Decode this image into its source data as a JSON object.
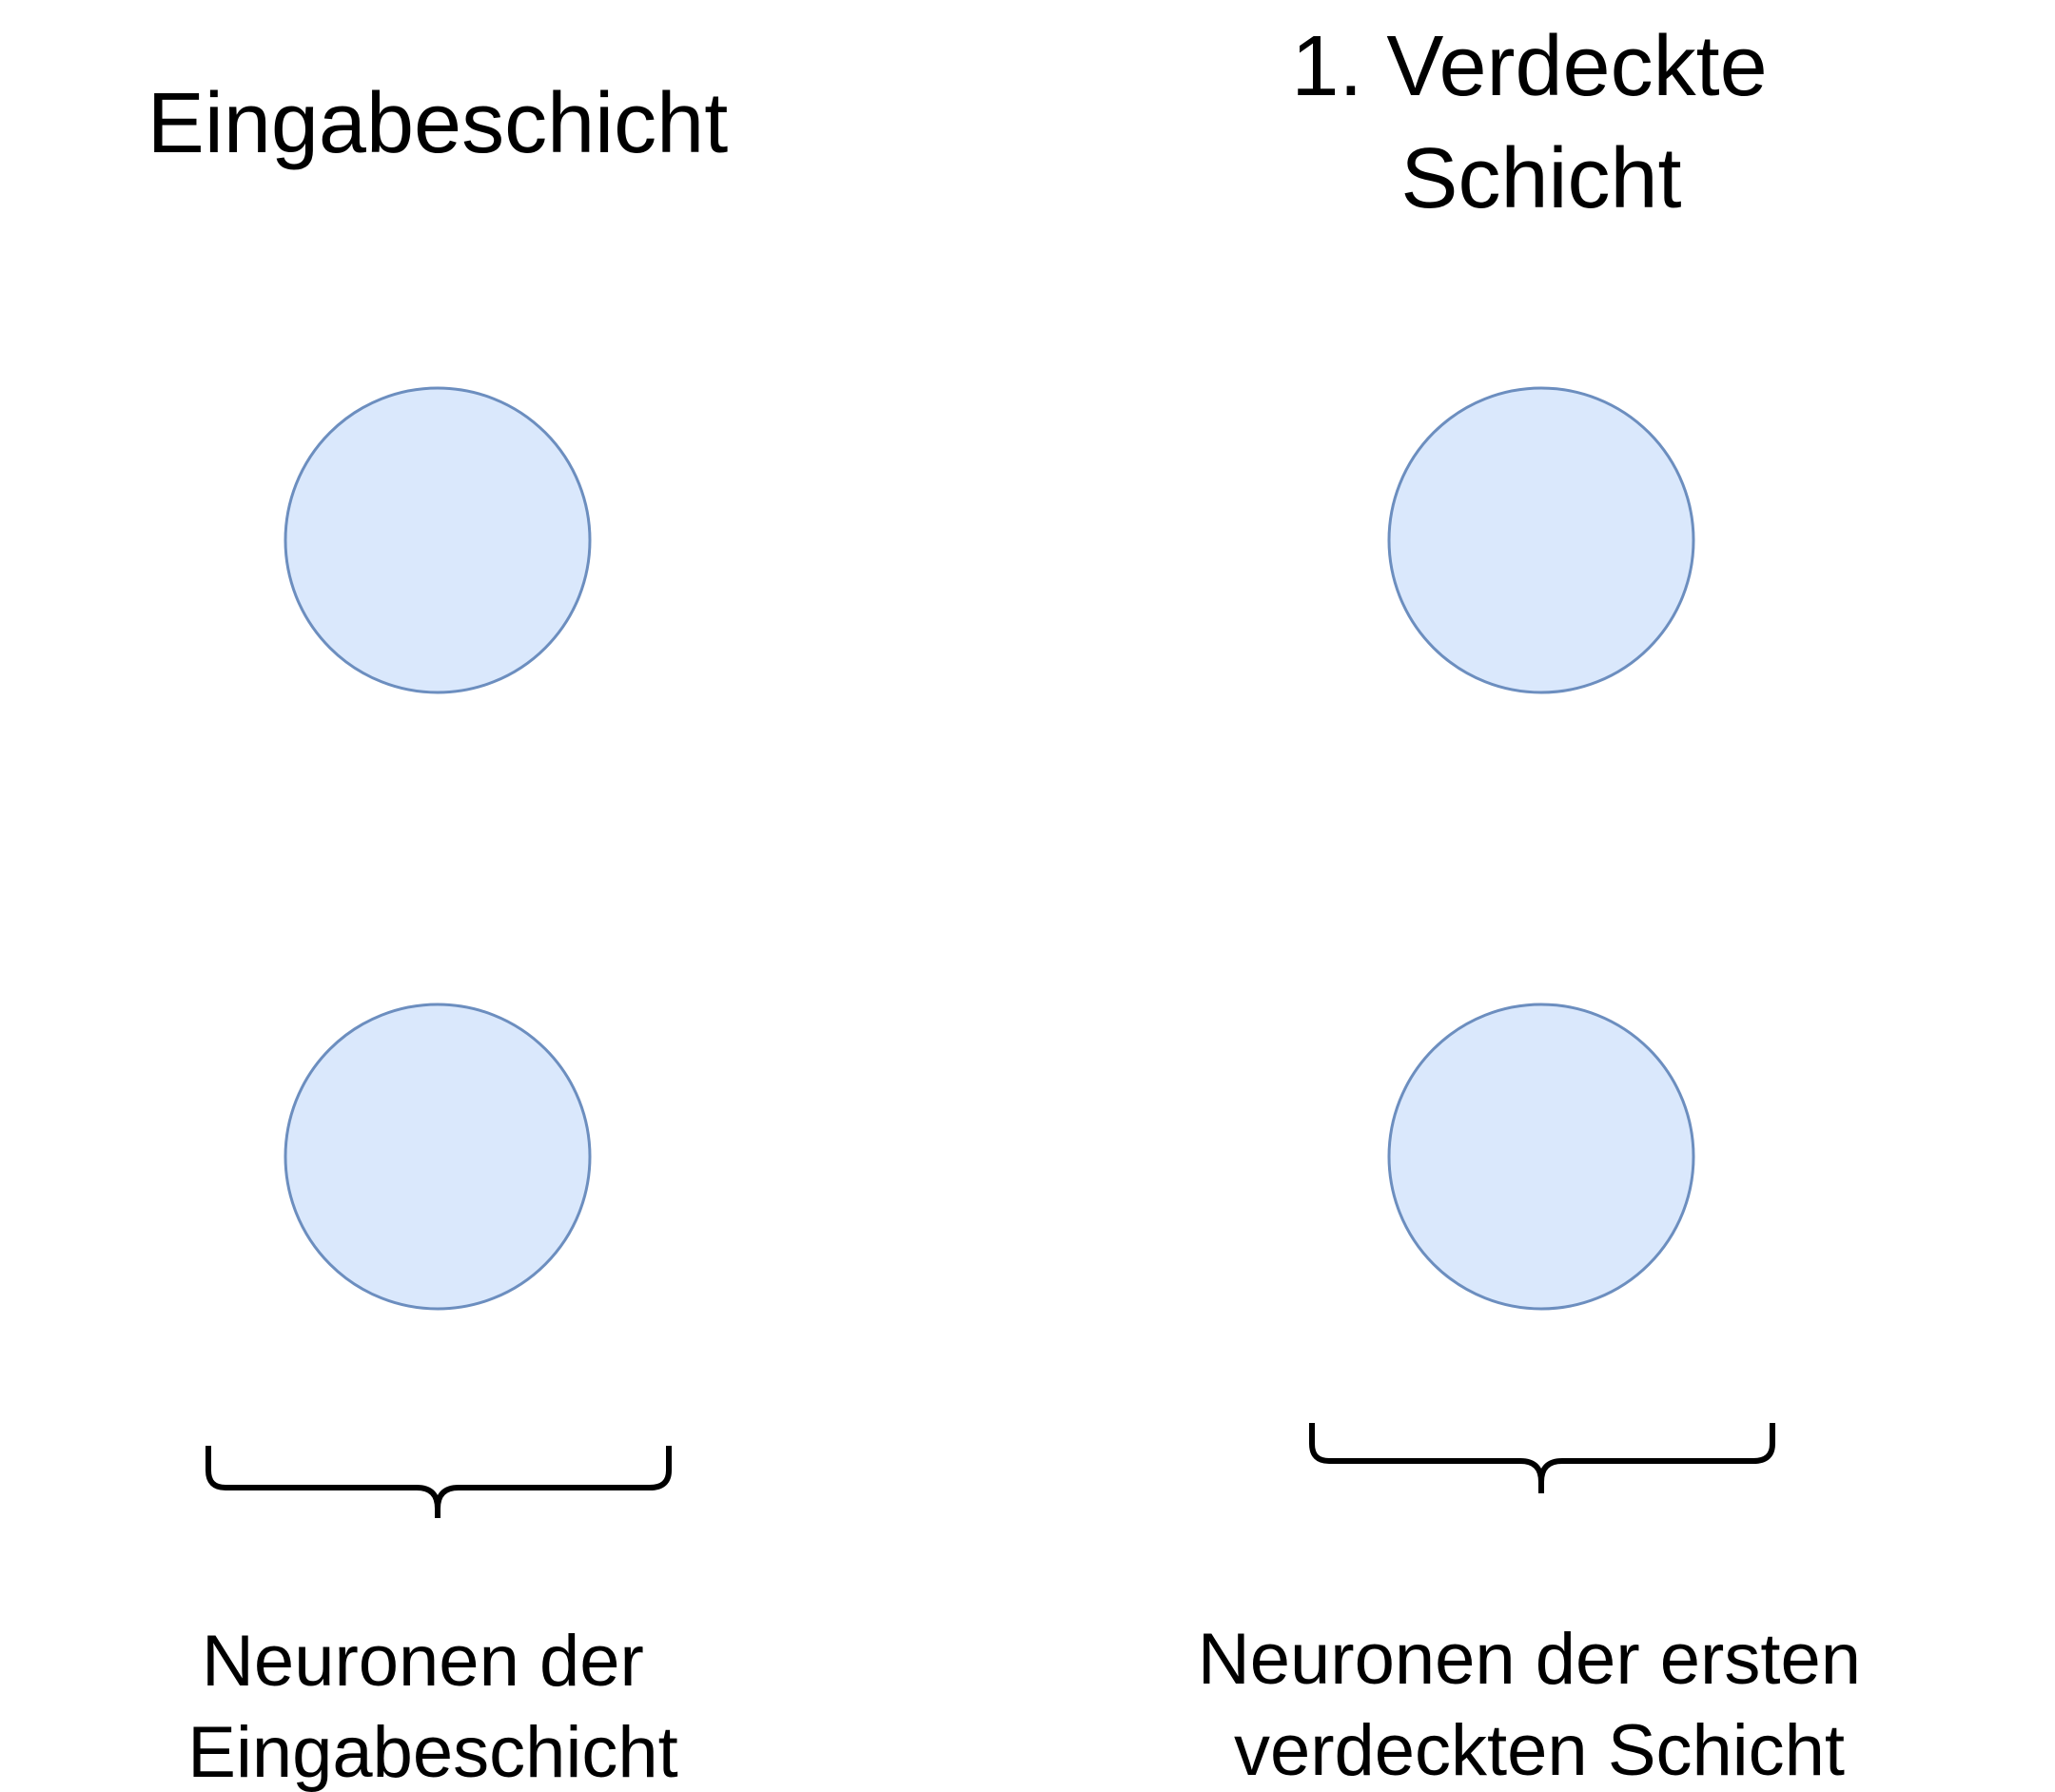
{
  "colors": {
    "neuron_fill": "#dae8fc",
    "neuron_stroke": "#6c8ebf",
    "brace_stroke": "#000000",
    "text": "#000000"
  },
  "layers": [
    {
      "title_lines": [
        "Eingabeschicht"
      ],
      "caption_lines": [
        "Neuronen der",
        "Eingabeschicht"
      ],
      "neuron_count": 2
    },
    {
      "title_lines": [
        "1. Verdeckte",
        "Schicht"
      ],
      "caption_lines": [
        "Neuronen der ersten",
        "verdeckten Schicht"
      ],
      "neuron_count": 2
    }
  ]
}
